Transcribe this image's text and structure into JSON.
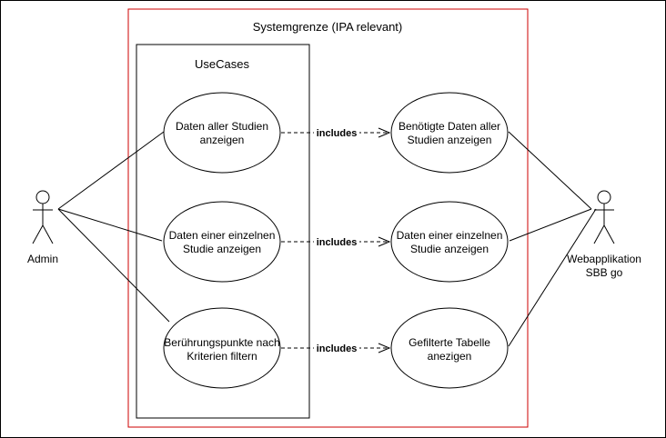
{
  "diagram": {
    "system_boundary": {
      "label": "Systemgrenze (IPA relevant)",
      "border_color": "#cc0000"
    },
    "usecase_package": {
      "label": "UseCases"
    },
    "actors": {
      "admin": {
        "label": "Admin"
      },
      "webapp": {
        "label_line1": "Webapplikation",
        "label_line2": "SBB go"
      }
    },
    "usecases_left": [
      {
        "line1": "Daten aller Studien",
        "line2": "anzeigen"
      },
      {
        "line1": "Daten einer einzelnen",
        "line2": "Studie anzeigen"
      },
      {
        "line1": "Berührungspunkte nach",
        "line2": "Kriterien filtern"
      }
    ],
    "usecases_right": [
      {
        "line1": "Benötigte Daten aller",
        "line2": "Studien anzeigen"
      },
      {
        "line1": "Daten einer einzelnen",
        "line2": "Studie anzeigen"
      },
      {
        "line1": "Gefilterte Tabelle",
        "line2": "anezigen"
      }
    ],
    "relations": [
      {
        "label": "includes"
      },
      {
        "label": "includes"
      },
      {
        "label": "includes"
      }
    ]
  }
}
